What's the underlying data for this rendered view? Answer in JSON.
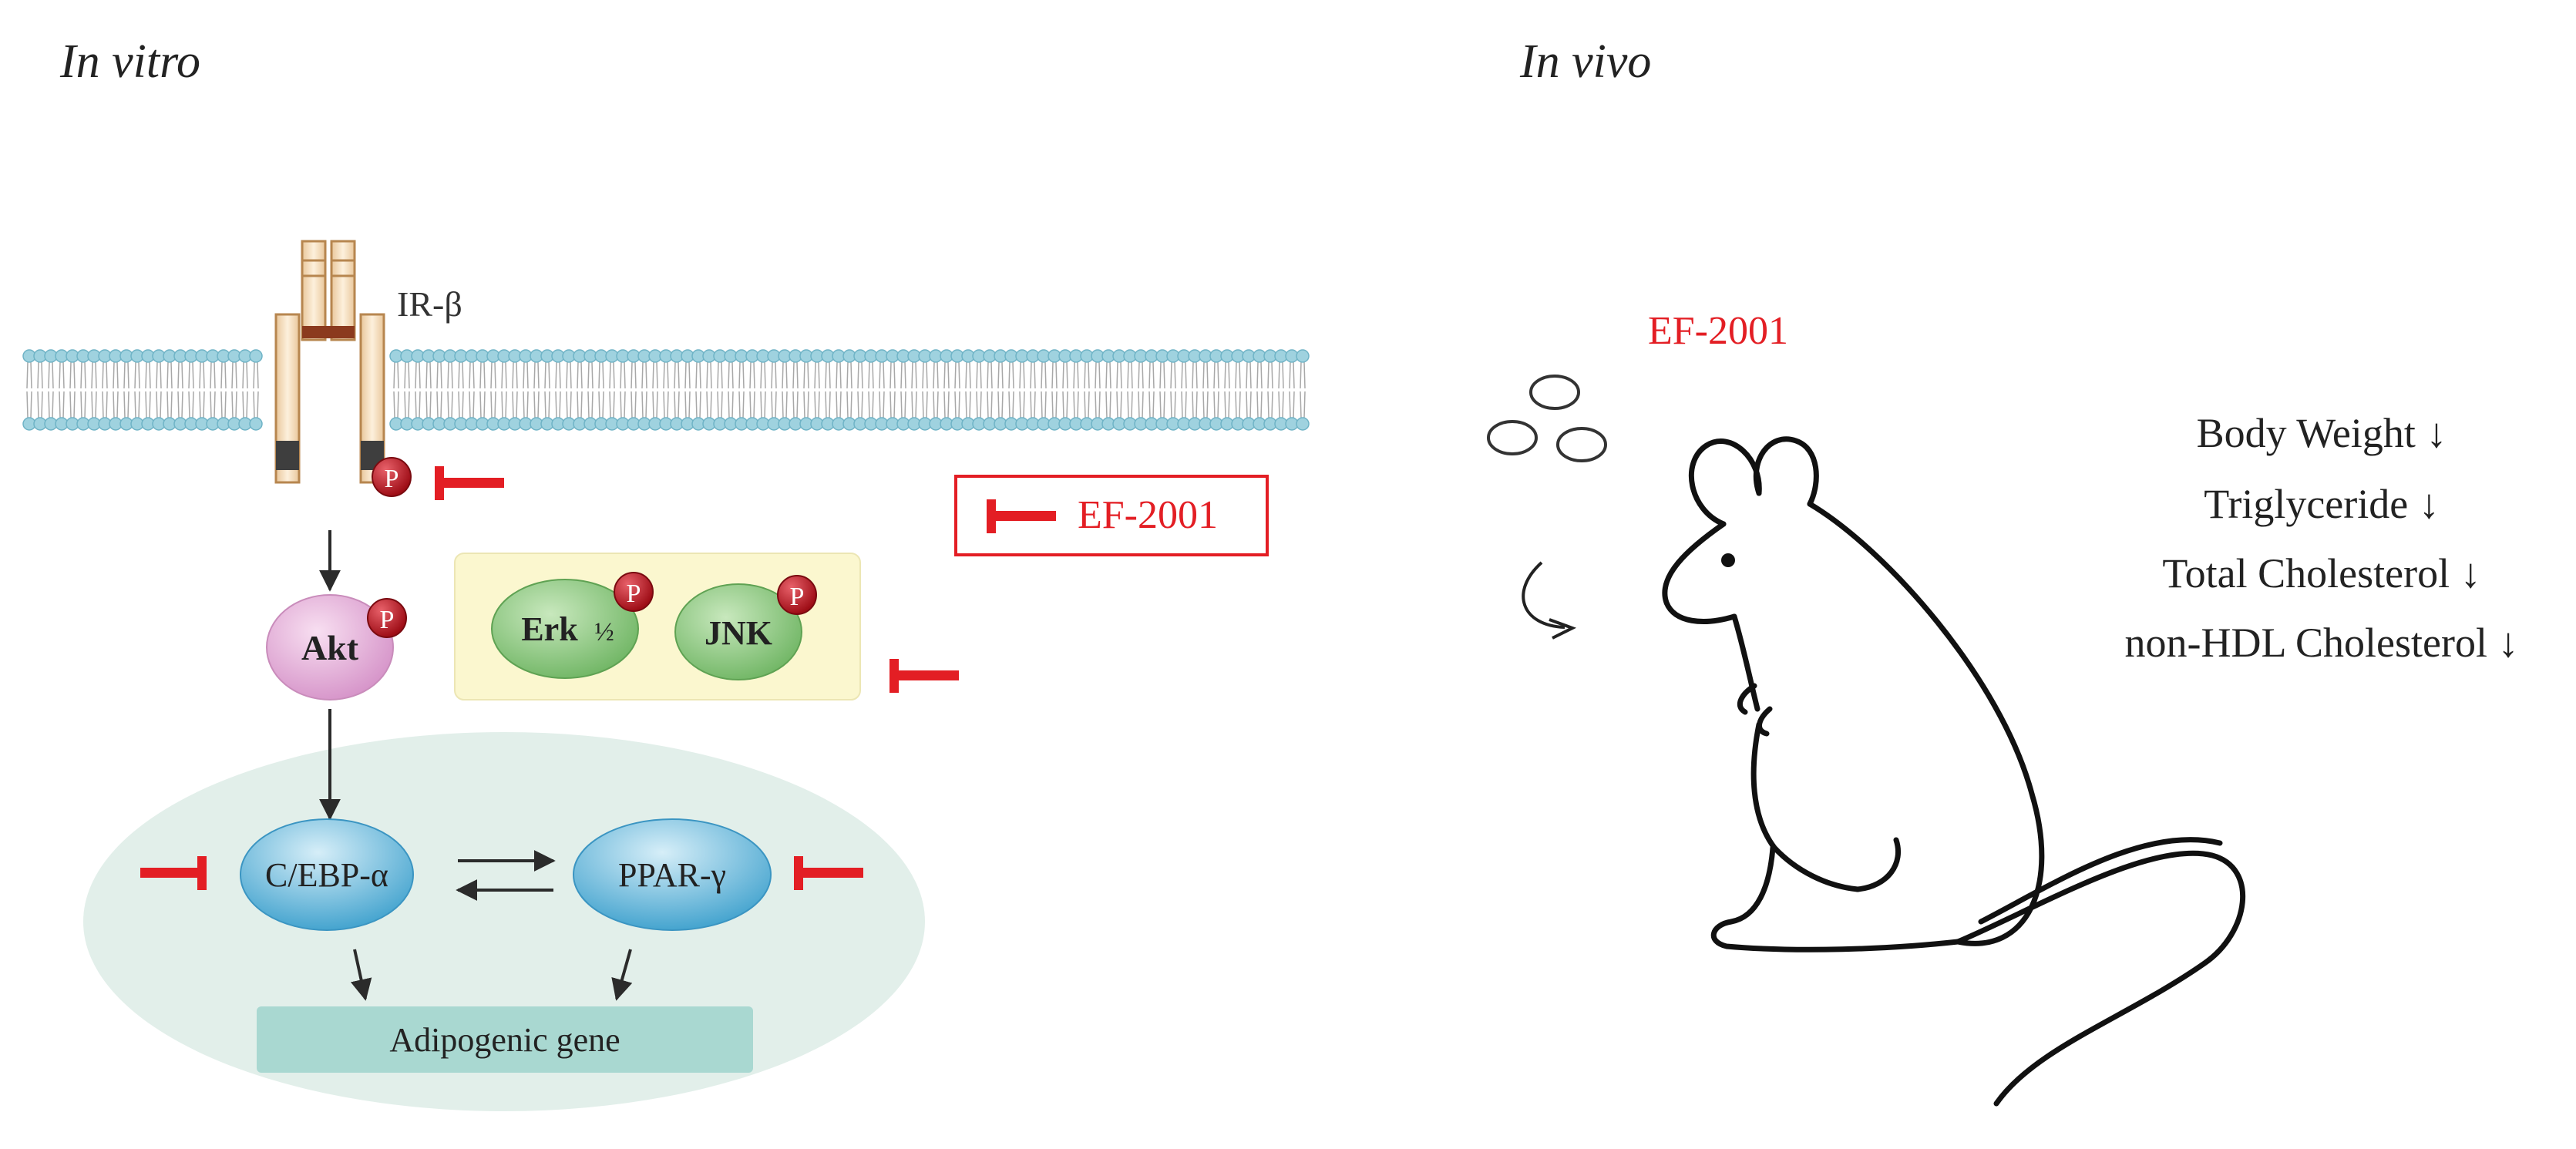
{
  "panels": {
    "in_vitro": "In vitro",
    "in_vivo": "In vivo"
  },
  "receptor": {
    "label": "IR-β"
  },
  "phospho_mark": "P",
  "legend": {
    "inhibitor_label": "EF-2001"
  },
  "nodes": {
    "akt": "Akt",
    "erk": "Erk",
    "erk_suffix": "½",
    "jnk": "JNK",
    "cebp": "C/EBP-α",
    "ppar": "PPAR-γ",
    "gene": "Adipogenic gene"
  },
  "in_vivo": {
    "treatment": "EF-2001",
    "effects": [
      "Body Weight ↓",
      "Triglyceride ↓",
      "Total Cholesterol  ↓",
      "non-HDL Cholesterol ↓"
    ]
  },
  "colors": {
    "inhibit": "#e31e24",
    "arrow": "#2b2b2b",
    "receptor_fill": "#fbe7c8",
    "receptor_stroke": "#b7864f",
    "receptor_dark": "#8b3a1e",
    "membrane": "#9fd2df",
    "akt": "#e2a6d4",
    "erk_jnk": "#86c27a",
    "mapk_box": "#fbf7cf",
    "nucleus": "#e2efea",
    "tf": "#4aa9d3",
    "gene_box": "#a9d8d1",
    "phospho": "#b0121c"
  }
}
